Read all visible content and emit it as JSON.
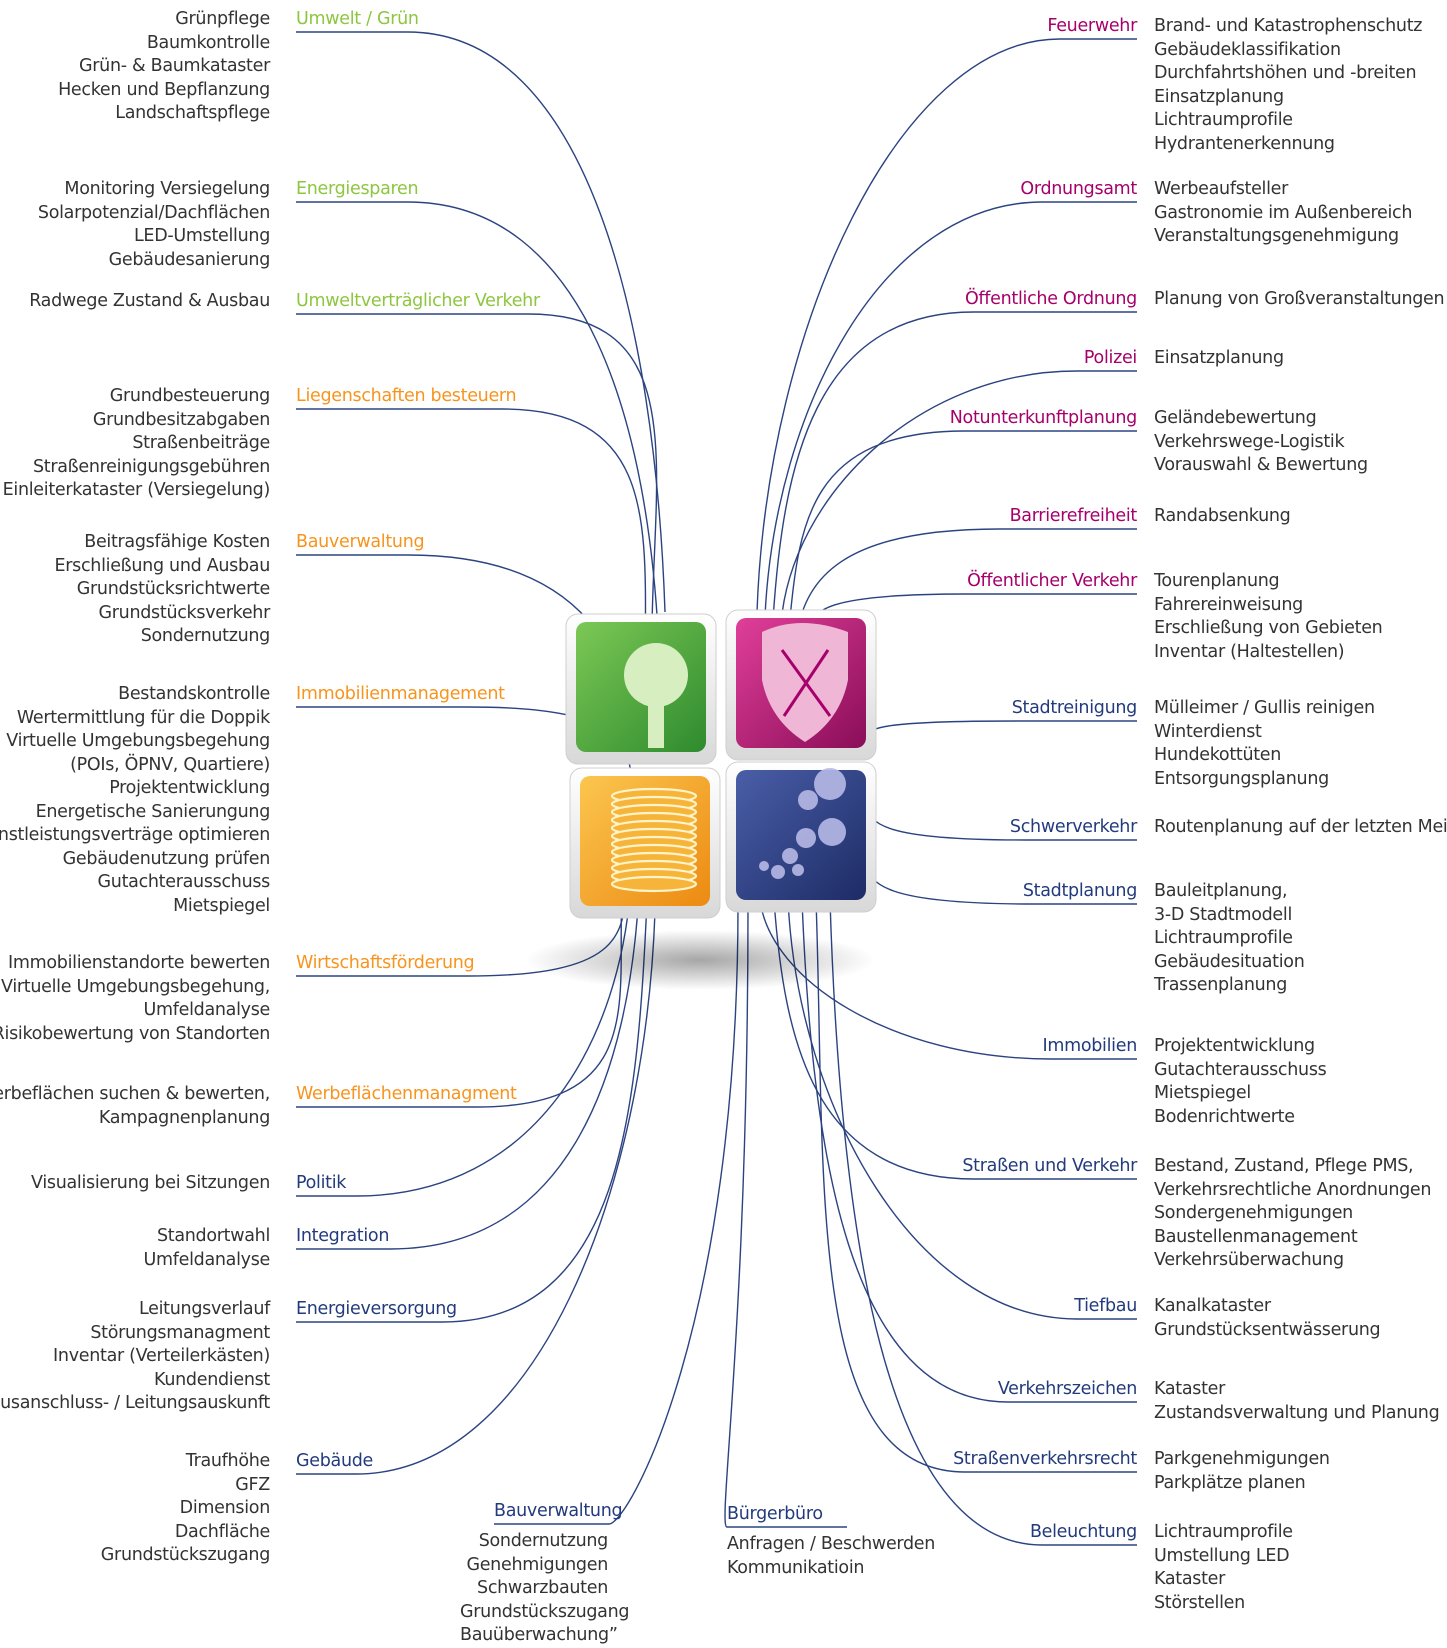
{
  "colors": {
    "green": "#8dc63f",
    "orange": "#f7941d",
    "magenta": "#a6006a",
    "navy": "#233b7c",
    "line": "#2b4381",
    "text": "#333333",
    "tile_green": "#3fa535",
    "tile_magenta": "#b0166f",
    "tile_orange": "#f6a623",
    "tile_navy": "#293b7b"
  },
  "center_icons": [
    {
      "name": "tree-icon",
      "color": "#3fa535"
    },
    {
      "name": "shield-icon",
      "color": "#b0166f"
    },
    {
      "name": "coins-icon",
      "color": "#f6a623"
    },
    {
      "name": "bubbles-icon",
      "color": "#293b7b"
    }
  ],
  "left": [
    {
      "label": "Umwelt / Grün",
      "color": "green",
      "items": [
        "Grünpflege",
        "Baumkontrolle",
        "Grün- & Baumkataster",
        "Hecken und Bepflanzung",
        "Landschaftspflege"
      ]
    },
    {
      "label": "Energiesparen",
      "color": "green",
      "items": [
        "Monitoring Versiegelung",
        "Solarpotenzial/Dachflächen",
        "LED-Umstellung",
        "Gebäudesanierung"
      ]
    },
    {
      "label": "Umweltverträglicher Verkehr",
      "color": "green",
      "items": [
        "Radwege Zustand & Ausbau"
      ]
    },
    {
      "label": "Liegenschaften besteuern",
      "color": "orange",
      "items": [
        "Grundbesteuerung",
        "Grundbesitzabgaben",
        "Straßenbeiträge",
        "Straßenreinigungsgebühren",
        "Einleiterkataster (Versiegelung)"
      ]
    },
    {
      "label": "Bauverwaltung",
      "color": "orange",
      "items": [
        "Beitragsfähige Kosten",
        "Erschließung und Ausbau",
        "Grundstücksrichtwerte",
        "Grundstücksverkehr",
        "Sondernutzung"
      ]
    },
    {
      "label": "Immobilienmanagement",
      "color": "orange",
      "items": [
        "Bestandskontrolle",
        "Wertermittlung für die Doppik",
        "Virtuelle Umgebungsbegehung",
        "(POIs, ÖPNV, Quartiere)",
        "Projektentwicklung",
        "Energetische Sanierungung",
        "Dienstleistungsverträge optimieren",
        "Gebäudenutzung prüfen",
        "Gutachterausschuss",
        "Mietspiegel"
      ]
    },
    {
      "label": "Wirtschaftsförderung",
      "color": "orange",
      "items": [
        "Immobilienstandorte bewerten",
        "Virtuelle Umgebungsbegehung,",
        "Umfeldanalyse",
        "Risikobewertung von Standorten"
      ]
    },
    {
      "label": "Werbeflächenmanagment",
      "color": "orange",
      "items": [
        "Werbeflächen suchen & bewerten,",
        "Kampagnenplanung"
      ]
    },
    {
      "label": "Politik",
      "color": "navy",
      "items": [
        "Visualisierung bei Sitzungen"
      ]
    },
    {
      "label": "Integration",
      "color": "navy",
      "items": [
        "Standortwahl",
        "Umfeldanalyse"
      ]
    },
    {
      "label": "Energieversorgung",
      "color": "navy",
      "items": [
        "Leitungsverlauf",
        "Störungsmanagment",
        "Inventar (Verteilerkästen)",
        "Kundendienst",
        "Hausanschluss- / Leitungsauskunft"
      ]
    },
    {
      "label": "Gebäude",
      "color": "navy",
      "items": [
        "Traufhöhe",
        "GFZ",
        "Dimension",
        "Dachfläche",
        "Grundstückszugang"
      ]
    }
  ],
  "right": [
    {
      "label": "Feuerwehr",
      "color": "magenta",
      "items": [
        "Brand- und Katastrophenschutz",
        "Gebäudeklassifikation",
        "Durchfahrtshöhen und -breiten",
        "Einsatzplanung",
        "Lichtraumprofile",
        "Hydrantenerkennung"
      ]
    },
    {
      "label": "Ordnungsamt",
      "color": "magenta",
      "items": [
        "Werbeaufsteller",
        "Gastronomie im Außenbereich",
        "Veranstaltungsgenehmigung"
      ]
    },
    {
      "label": "Öffentliche Ordnung",
      "color": "magenta",
      "items": [
        "Planung von Großveranstaltungen"
      ]
    },
    {
      "label": "Polizei",
      "color": "magenta",
      "items": [
        "Einsatzplanung"
      ]
    },
    {
      "label": "Notunterkunftplanung",
      "color": "magenta",
      "items": [
        "Geländebewertung",
        "Verkehrswege-Logistik",
        "Vorauswahl & Bewertung"
      ]
    },
    {
      "label": "Barrierefreiheit",
      "color": "magenta",
      "items": [
        "Randabsenkung"
      ]
    },
    {
      "label": "Öffentlicher Verkehr",
      "color": "magenta",
      "items": [
        "Tourenplanung",
        "Fahrereinweisung",
        "Erschließung von Gebieten",
        "Inventar (Haltestellen)"
      ]
    },
    {
      "label": "Stadtreinigung",
      "color": "navy",
      "items": [
        "Mülleimer / Gullis reinigen",
        "Winterdienst",
        "Hundekottüten",
        "Entsorgungsplanung"
      ]
    },
    {
      "label": "Schwerverkehr",
      "color": "navy",
      "items": [
        "Routenplanung auf der letzten Meile"
      ]
    },
    {
      "label": "Stadtplanung",
      "color": "navy",
      "items": [
        "Bauleitplanung,",
        "3-D Stadtmodell",
        "Lichtraumprofile",
        "Gebäudesituation",
        "Trassenplanung"
      ]
    },
    {
      "label": "Immobilien",
      "color": "navy",
      "items": [
        "Projektentwicklung",
        "Gutachterausschuss",
        "Mietspiegel",
        "Bodenrichtwerte"
      ]
    },
    {
      "label": "Straßen und Verkehr",
      "color": "navy",
      "items": [
        "Bestand, Zustand, Pflege PMS,",
        "Verkehrsrechtliche Anordnungen",
        "Sondergenehmigungen",
        "Baustellenmanagement",
        "Verkehrsüberwachung"
      ]
    },
    {
      "label": "Tiefbau",
      "color": "navy",
      "items": [
        "Kanalkataster",
        "Grundstücksentwässerung"
      ]
    },
    {
      "label": "Verkehrszeichen",
      "color": "navy",
      "items": [
        "Kataster",
        "Zustandsverwaltung und Planung"
      ]
    },
    {
      "label": "Straßenverkehrsrecht",
      "color": "navy",
      "items": [
        "Parkgenehmigungen",
        "Parkplätze planen"
      ]
    },
    {
      "label": "Beleuchtung",
      "color": "navy",
      "items": [
        "Lichtraumprofile",
        "Umstellung LED",
        "Kataster",
        "Störstellen"
      ]
    }
  ],
  "bottom": [
    {
      "label": "Bauverwaltung",
      "color": "navy",
      "items": [
        "Sondernutzung",
        "Genehmigungen",
        "Schwarzbauten",
        "Grundstückszugang",
        "Bauüberwachung”"
      ]
    },
    {
      "label": "Bürgerbüro",
      "color": "navy",
      "items": [
        "Anfragen / Beschwerden",
        "Kommunikatioin"
      ]
    }
  ]
}
